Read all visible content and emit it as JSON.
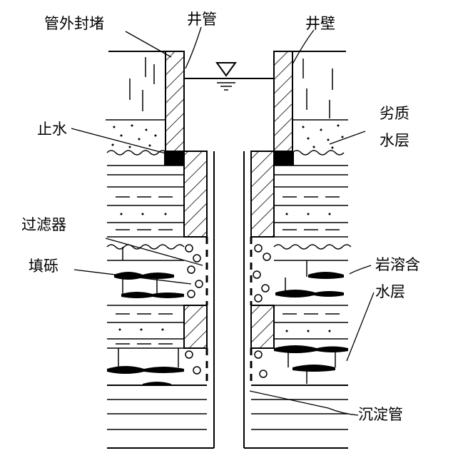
{
  "labels": {
    "casing_seal": "管外封堵",
    "well_pipe": "井管",
    "well_wall": "井壁",
    "water_stop": "止水",
    "poor_aquifer_line1": "劣质",
    "poor_aquifer_line2": "水层",
    "filter": "过滤器",
    "gravel_pack": "填砾",
    "karst_aquifer_line1": "岩溶含",
    "karst_aquifer_line2": "水层",
    "sediment_pipe": "沉淀管"
  }
}
